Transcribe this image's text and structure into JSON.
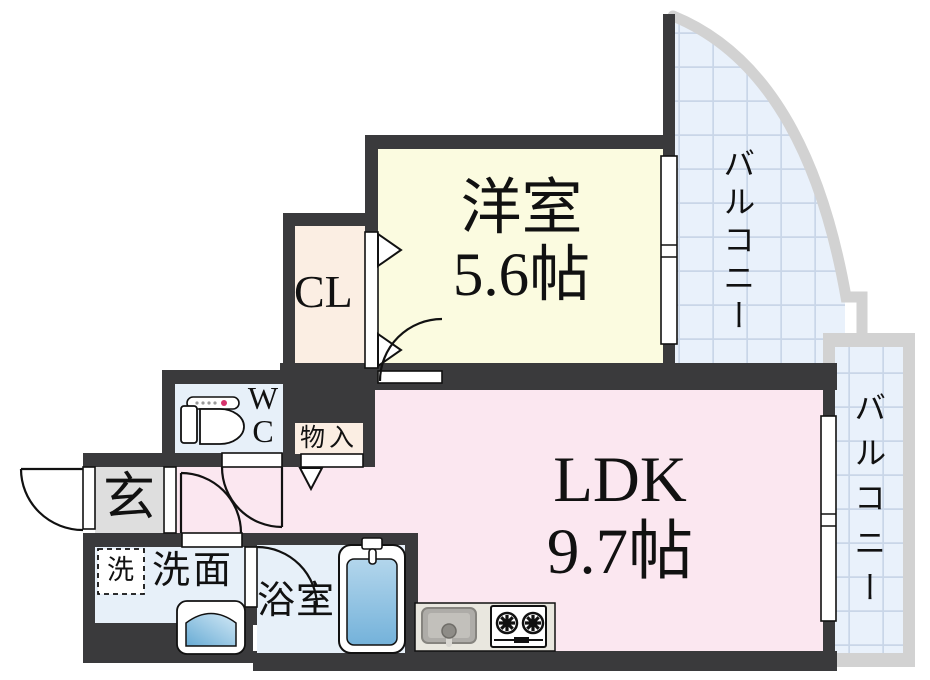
{
  "floorplan": {
    "colors": {
      "wall": "#3a3a3c",
      "western_room_fill": "#fbfbe0",
      "closet_fill": "#fbeee3",
      "storage_fill": "#fbeee3",
      "ldk_fill": "#fbe7f0",
      "sanitary_fill": "#e7f0f9",
      "entrance_fill": "#dedede",
      "balcony_fill": "#e9f1fb",
      "balcony_grid": "#c9d6e8",
      "balcony_border": "#d2d2d2",
      "bath_water": "#74b2da",
      "toilet_button": "#d6336c"
    },
    "rooms": {
      "western_room": {
        "name": "洋室",
        "size": "5.6帖"
      },
      "ldk": {
        "name": "LDK",
        "size": "9.7帖"
      },
      "closet": {
        "label": "CL"
      },
      "storage": {
        "label": "物入"
      },
      "wc": {
        "label_line1": "W",
        "label_line2": "C"
      },
      "entrance": {
        "label": "玄"
      },
      "washroom": {
        "label": "洗面"
      },
      "washing_machine": {
        "label": "洗"
      },
      "bathroom": {
        "label": "浴室"
      },
      "balcony_top_right": {
        "label": "バルコニー"
      },
      "balcony_right": {
        "label": "バルコニー"
      }
    },
    "fixtures": [
      "toilet-icon",
      "washbasin-icon",
      "bathtub-icon",
      "washer-space-icon",
      "kitchen-sink-icon",
      "stove-burners-icon",
      "door-swing-icons",
      "window-icons"
    ]
  }
}
